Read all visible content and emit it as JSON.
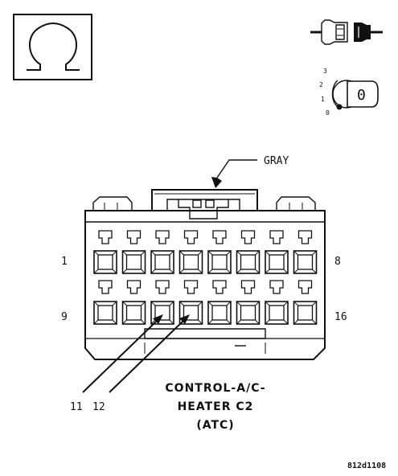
{
  "icons": {
    "measure": "ohms-symbol-icon",
    "connector": "connector-disconnected-icon",
    "ignition": "ignition-key-icon"
  },
  "ignition_positions": [
    "0",
    "1",
    "2",
    "3"
  ],
  "key_label": "0",
  "color_label": "GRAY",
  "pin_labels": {
    "top_left": "1",
    "top_right": "8",
    "bottom_left": "9",
    "bottom_right": "16"
  },
  "callout_pins": [
    "11",
    "12"
  ],
  "connector_name": {
    "line1": "CONTROL-A/C-",
    "line2": "HEATER C2",
    "line3": "(ATC)"
  },
  "figure_code": "812d1108"
}
